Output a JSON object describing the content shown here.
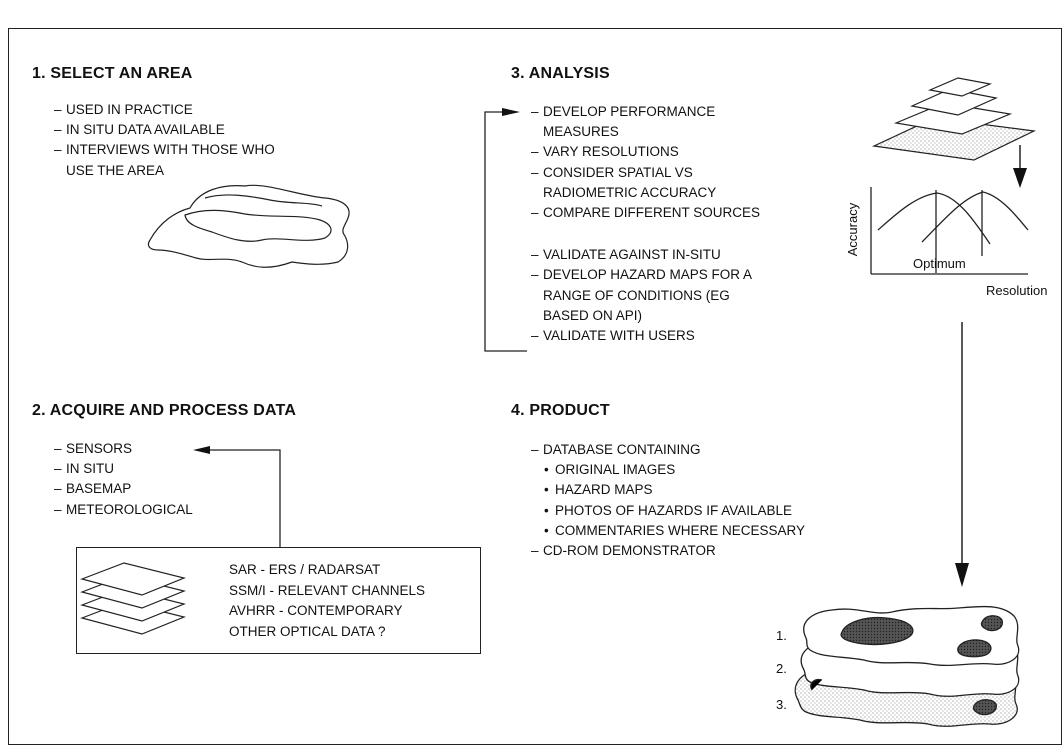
{
  "section1": {
    "title": "1. SELECT AN AREA",
    "items": [
      "USED IN PRACTICE",
      "IN SITU DATA AVAILABLE",
      "INTERVIEWS WITH THOSE WHO",
      "USE THE AREA"
    ]
  },
  "section2": {
    "title": "2. ACQUIRE AND PROCESS DATA",
    "items": [
      "SENSORS",
      "IN SITU",
      "BASEMAP",
      "METEOROLOGICAL"
    ],
    "box_lines": [
      "SAR - ERS / RADARSAT",
      "SSM/I - RELEVANT CHANNELS",
      "AVHRR - CONTEMPORARY",
      "OTHER OPTICAL DATA ?"
    ]
  },
  "section3": {
    "title": "3. ANALYSIS",
    "items": [
      "DEVELOP PERFORMANCE",
      "MEASURES",
      "VARY RESOLUTIONS",
      "CONSIDER SPATIAL VS",
      "RADIOMETRIC ACCURACY",
      "COMPARE DIFFERENT SOURCES",
      "VALIDATE AGAINST IN-SITU",
      "DEVELOP HAZARD MAPS FOR A",
      "RANGE OF CONDITIONS (EG",
      "BASED ON API)",
      "VALIDATE WITH USERS"
    ]
  },
  "graph": {
    "ylabel": "Accuracy",
    "xlabel": "Resolution",
    "optimum_label": "Optimum"
  },
  "section4": {
    "title": "4. PRODUCT",
    "items": [
      "DATABASE CONTAINING",
      "ORIGINAL IMAGES",
      "HAZARD MAPS",
      "PHOTOS OF HAZARDS IF AVAILABLE",
      "COMMENTARIES WHERE NECESSARY",
      "CD-ROM DEMONSTRATOR"
    ]
  },
  "stack_labels": [
    "1.",
    "2.",
    "3."
  ]
}
